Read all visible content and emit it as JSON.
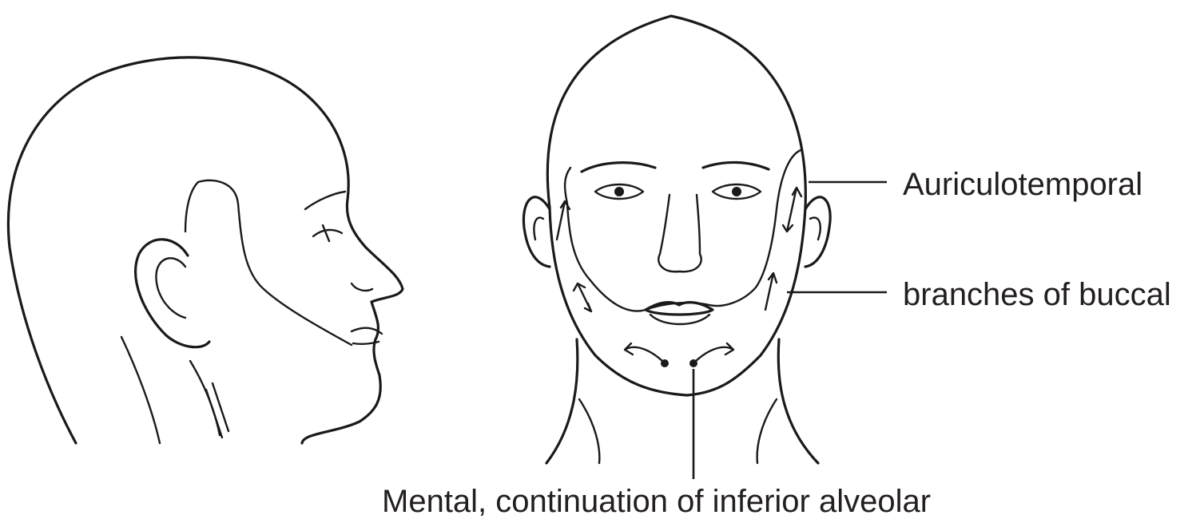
{
  "labels": {
    "auriculotemporal": "Auriculotemporal",
    "buccal": "branches of buccal",
    "mental": "Mental, continuation of inferior alveolar"
  },
  "colors": {
    "ink": "#1a1a1a",
    "text": "#231f20",
    "background": "#ffffff"
  }
}
